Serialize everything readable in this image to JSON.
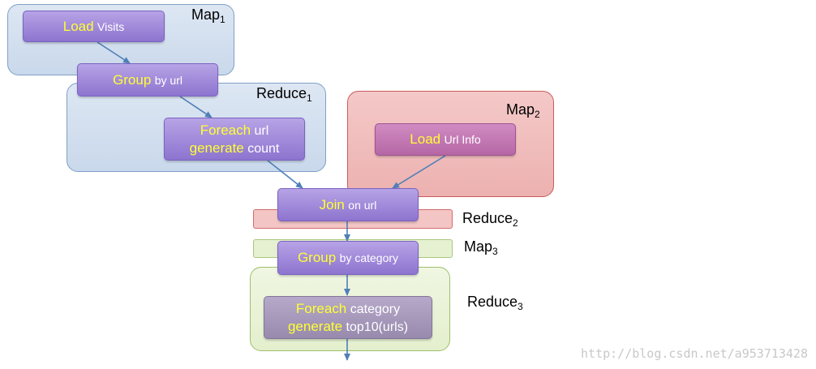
{
  "regions": {
    "map1": {
      "name": "Map",
      "sub": "1"
    },
    "reduce1": {
      "name": "Reduce",
      "sub": "1"
    },
    "map2": {
      "name": "Map",
      "sub": "2"
    },
    "reduce2": {
      "name": "Reduce",
      "sub": "2"
    },
    "map3": {
      "name": "Map",
      "sub": "3"
    },
    "reduce3": {
      "name": "Reduce",
      "sub": "3"
    }
  },
  "ops": {
    "load_visits": {
      "keyword": "Load",
      "arg": "Visits"
    },
    "group_url": {
      "keyword": "Group",
      "arg": "by url"
    },
    "foreach_url": {
      "keyword1": "Foreach",
      "arg1": "url",
      "keyword2": "generate",
      "arg2": "count"
    },
    "load_urlinfo": {
      "keyword": "Load",
      "arg": "Url Info"
    },
    "join_url": {
      "keyword": "Join",
      "arg": "on url"
    },
    "group_cat": {
      "keyword": "Group",
      "arg": "by category"
    },
    "foreach_cat": {
      "keyword1": "Foreach",
      "arg1": "category",
      "keyword2": "generate",
      "arg2": "top10(urls)"
    }
  },
  "colors": {
    "keyword": "#ffff33",
    "arrow": "#4f7fb7"
  },
  "watermark": "http://blog.csdn.net/a953713428"
}
